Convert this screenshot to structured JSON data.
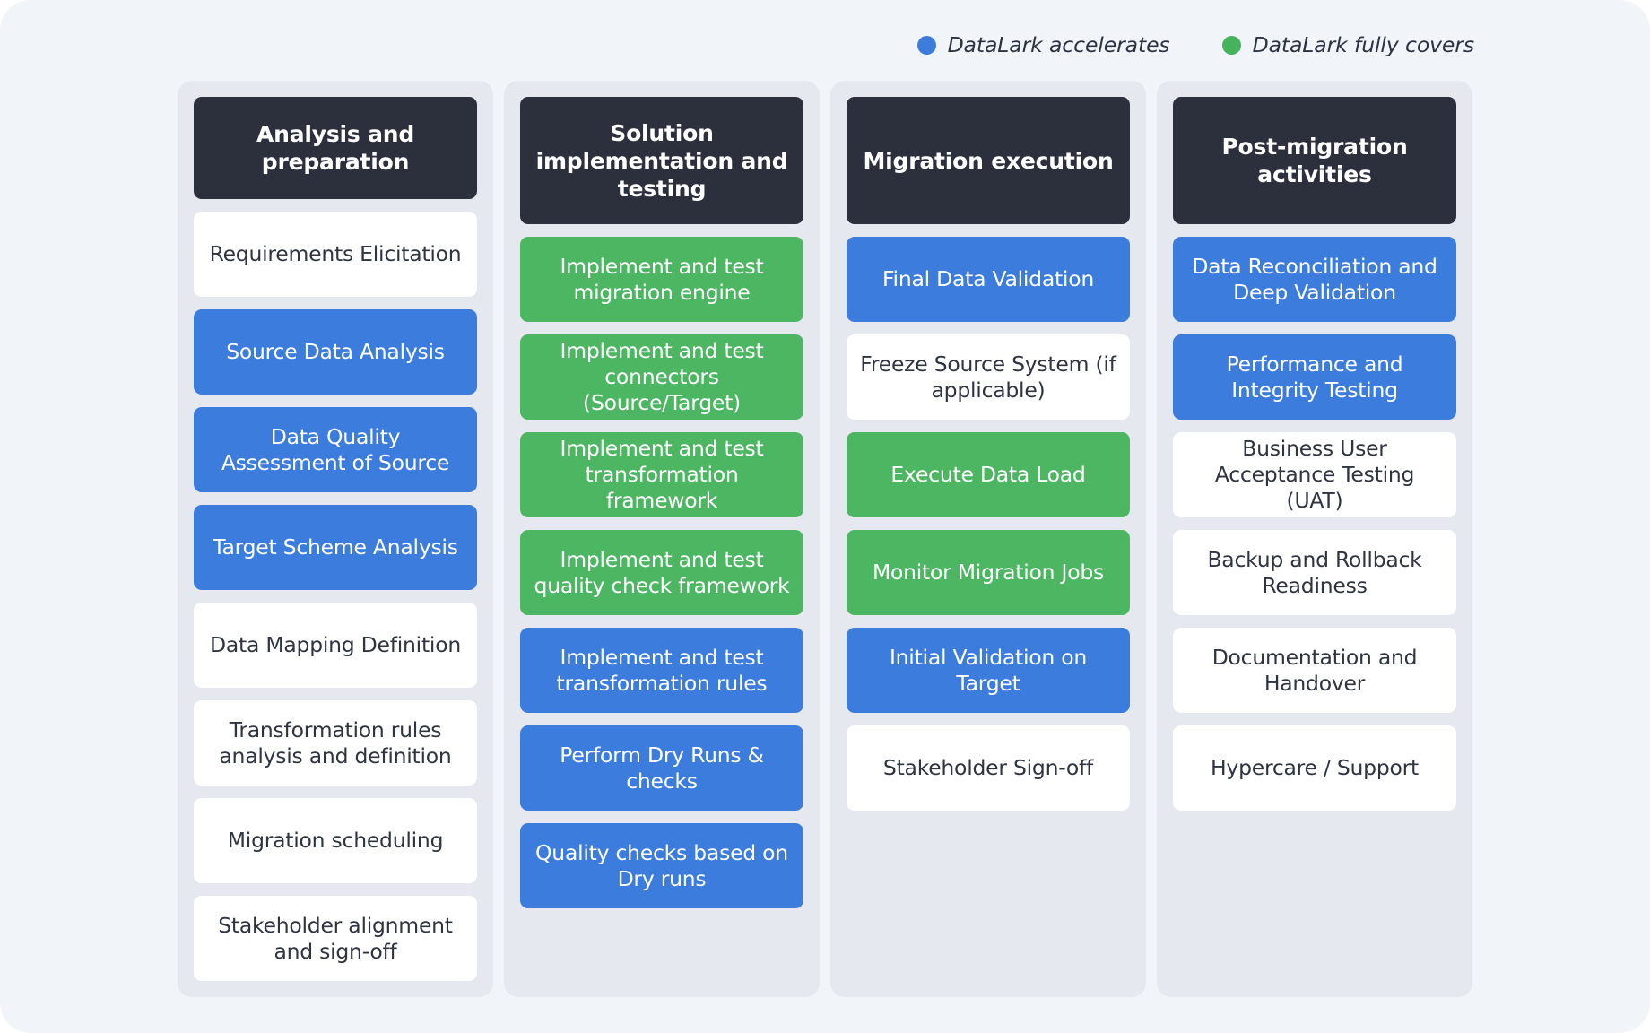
{
  "legend": {
    "items": [
      {
        "label": "DataLark accelerates",
        "color": "#3b7cdc",
        "icon": "circle-icon"
      },
      {
        "label": "DataLark fully covers",
        "color": "#45b35c",
        "icon": "circle-icon"
      }
    ]
  },
  "board": {
    "columns": [
      {
        "title": "Analysis and preparation",
        "cards": [
          {
            "label": "Requirements Elicitation",
            "status": "neutral"
          },
          {
            "label": "Source Data Analysis",
            "status": "blue"
          },
          {
            "label": "Data Quality Assessment of Source",
            "status": "blue"
          },
          {
            "label": "Target Scheme Analysis",
            "status": "blue"
          },
          {
            "label": "Data Mapping Definition",
            "status": "neutral"
          },
          {
            "label": "Transformation rules analysis and definition",
            "status": "neutral"
          },
          {
            "label": "Migration scheduling",
            "status": "neutral"
          },
          {
            "label": "Stakeholder alignment and sign-off",
            "status": "neutral"
          }
        ]
      },
      {
        "title": "Solution implementation and testing",
        "cards": [
          {
            "label": "Implement and test migration engine",
            "status": "green"
          },
          {
            "label": "Implement and test connectors (Source/Target)",
            "status": "green"
          },
          {
            "label": "Implement and test transformation framework",
            "status": "green"
          },
          {
            "label": "Implement and test quality check framework",
            "status": "green"
          },
          {
            "label": "Implement and test transformation rules",
            "status": "blue"
          },
          {
            "label": "Perform Dry Runs & checks",
            "status": "blue"
          },
          {
            "label": "Quality checks based on Dry runs",
            "status": "blue"
          }
        ]
      },
      {
        "title": "Migration execution",
        "cards": [
          {
            "label": "Final Data Validation",
            "status": "blue"
          },
          {
            "label": "Freeze Source System (if applicable)",
            "status": "neutral"
          },
          {
            "label": "Execute Data Load",
            "status": "green"
          },
          {
            "label": "Monitor Migration Jobs",
            "status": "green"
          },
          {
            "label": "Initial Validation on Target",
            "status": "blue"
          },
          {
            "label": "Stakeholder Sign-off",
            "status": "neutral"
          }
        ]
      },
      {
        "title": "Post-migration activities",
        "cards": [
          {
            "label": "Data Reconciliation and Deep Validation",
            "status": "blue"
          },
          {
            "label": "Performance and Integrity Testing",
            "status": "blue"
          },
          {
            "label": "Business User Acceptance Testing (UAT)",
            "status": "neutral"
          },
          {
            "label": "Backup and Rollback Readiness",
            "status": "neutral"
          },
          {
            "label": "Documentation and Handover",
            "status": "neutral"
          },
          {
            "label": "Hypercare / Support",
            "status": "neutral"
          }
        ]
      }
    ]
  }
}
